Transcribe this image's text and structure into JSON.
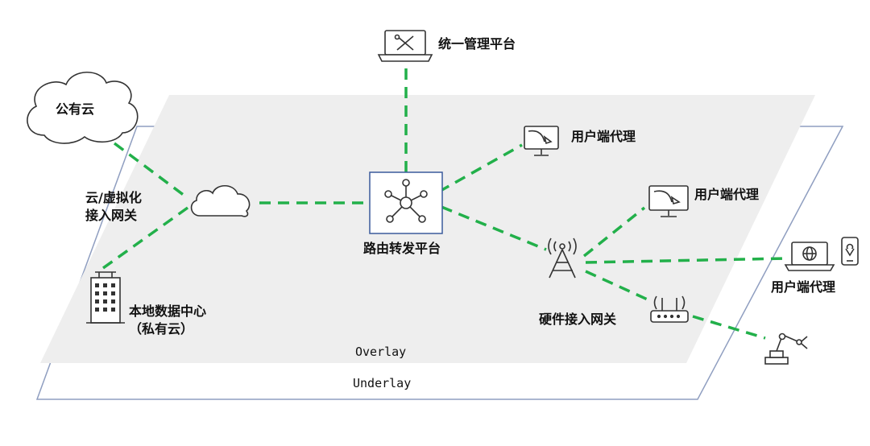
{
  "nodes": {
    "management": "统一管理平台",
    "public_cloud": "公有云",
    "cloud_gateway": "云/虚拟化\n接入网关",
    "router": "路由转发平台",
    "agent_1": "用户端代理",
    "agent_2": "用户端代理",
    "agent_3": "用户端代理",
    "datacenter": "本地数据中心\n（私有云）",
    "hw_gateway": "硬件接入网关"
  },
  "layers": {
    "overlay": "Overlay",
    "underlay": "Underlay"
  },
  "colors": {
    "link": "#22b04a",
    "overlay_fill": "#eeeeee",
    "underlay_border": "#8f9ec0",
    "router_border": "#3a5a9c",
    "icon": "#333333"
  },
  "icons": [
    "laptop-tools-icon",
    "cloud-outline-icon",
    "hub-network-icon",
    "monitor-cursor-icon",
    "cell-tower-icon",
    "laptop-globe-icon",
    "phone-location-icon",
    "wifi-router-icon",
    "robot-arm-icon",
    "building-icon"
  ]
}
